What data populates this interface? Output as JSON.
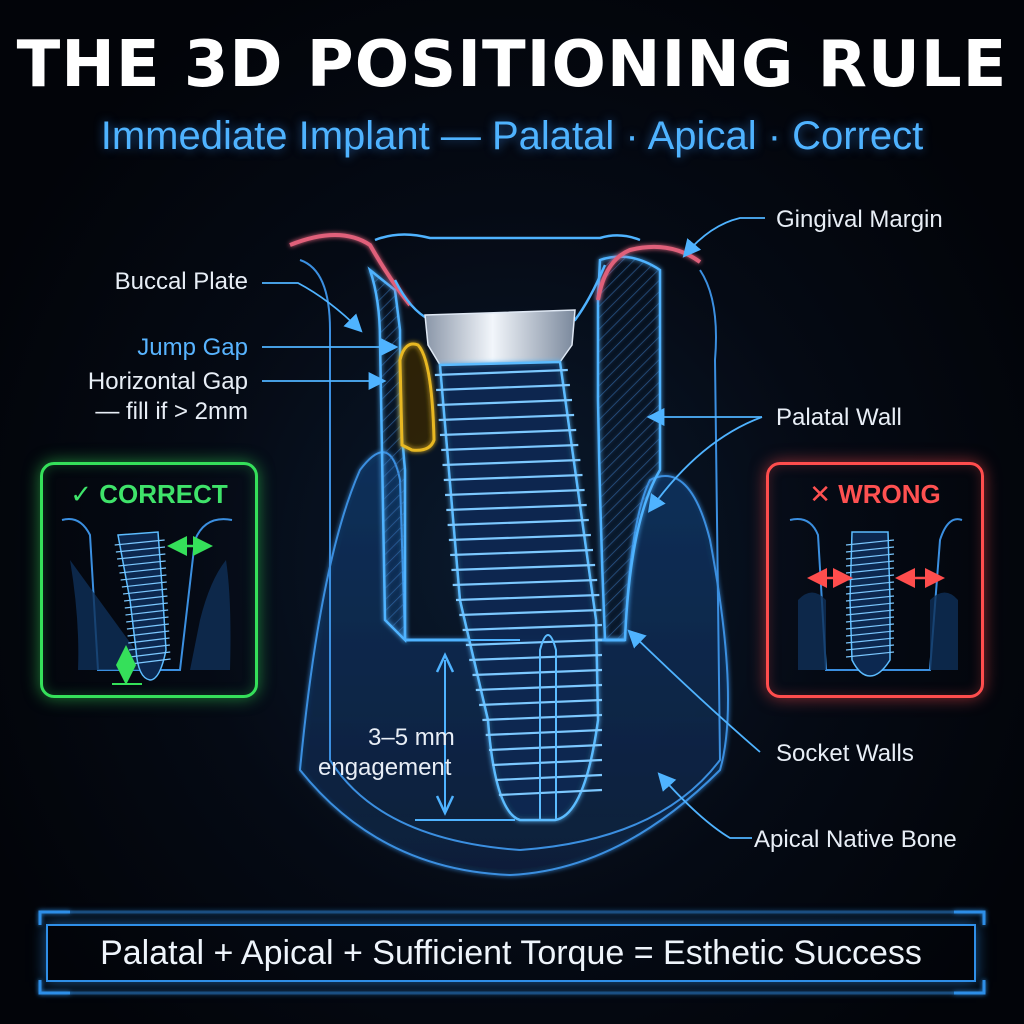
{
  "header": {
    "title": "THE 3D POSITIONING RULE",
    "subtitle": "Immediate Implant — Palatal · Apical · Correct"
  },
  "labels": {
    "gingival_margin": "Gingival Margin",
    "buccal_plate": "Buccal Plate",
    "jump_gap": "Jump Gap",
    "horizontal_gap_line1": "Horizontal Gap",
    "horizontal_gap_line2": "— fill if > 2mm",
    "palatal_wall": "Palatal Wall",
    "engagement_line1": "3–5 mm",
    "engagement_line2": "engagement",
    "socket_walls": "Socket Walls",
    "apical_native_bone": "Apical Native Bone"
  },
  "panels": {
    "correct": {
      "mark": "✓",
      "label": "CORRECT",
      "color": "#35e05a"
    },
    "wrong": {
      "mark": "✕",
      "label": "WRONG",
      "color": "#ff4d4d"
    }
  },
  "footer": {
    "formula": "Palatal + Apical + Sufficient Torque = Esthetic Success"
  },
  "colors": {
    "accent_blue": "#4fb3ff",
    "gingiva": "#e0607a",
    "jump_gap": "#e8b820",
    "background": "#020409"
  }
}
